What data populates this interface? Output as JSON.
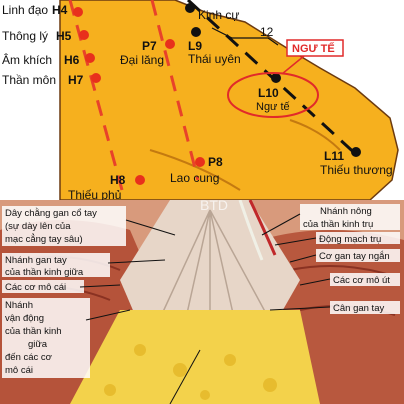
{
  "top_panel": {
    "colors": {
      "skin": "#f6b01e",
      "channel": "#e8422a",
      "point_red": "#e8301c",
      "point_black": "#111111",
      "highlight": "#e12a2a"
    },
    "labels": {
      "linh_dao": "Linh đạo",
      "h4": "H4",
      "thong_ly": "Thông lý",
      "h5": "H5",
      "am_khich": "Âm khích",
      "h6": "H6",
      "than_mon": "Thần môn",
      "h7": "H7",
      "h8": "H8",
      "thieu_phu": "Thiếu phủ",
      "p7": "P7",
      "dai_lang": "Đại lăng",
      "p8": "P8",
      "lao_cung": "Lao cung",
      "kinh_cu": "Kinh cự",
      "l9": "L9",
      "thai_uyen": "Thái uyên",
      "measure_12": "12",
      "ngu_te_box": "NGƯ TẾ",
      "l10": "L10",
      "ngu_te": "Ngư tế",
      "l11": "L11",
      "thieu_thuong": "Thiếu thương"
    }
  },
  "bottom_panel": {
    "watermark": "BTD",
    "labels": {
      "day_chang_1": "Dây chằng gan cổ tay",
      "day_chang_2": "(sự dày lên của",
      "day_chang_3": "mạc cẳng tay sâu)",
      "nhanh_gan_1": "Nhánh gan tay",
      "nhanh_gan_2": "của thần kinh giữa",
      "cac_co_mo_cai": "Các cơ mô cái",
      "nhanh_vd_1": "Nhánh",
      "nhanh_vd_2": "vận động",
      "nhanh_vd_3": "của thần kinh",
      "nhanh_vd_4": "giữa",
      "nhanh_vd_5": "đến các cơ",
      "nhanh_vd_6": "mô cái",
      "nhanh_nong_1": "Nhánh nông",
      "nhanh_nong_2": "của thần kinh trụ",
      "dong_mach_tru": "Động mạch trụ",
      "co_gan_tay_ngan": "Cơ gan tay ngắn",
      "cac_co_mo_ut": "Các cơ mô út",
      "can_gan_tay": "Cân gan tay"
    }
  }
}
